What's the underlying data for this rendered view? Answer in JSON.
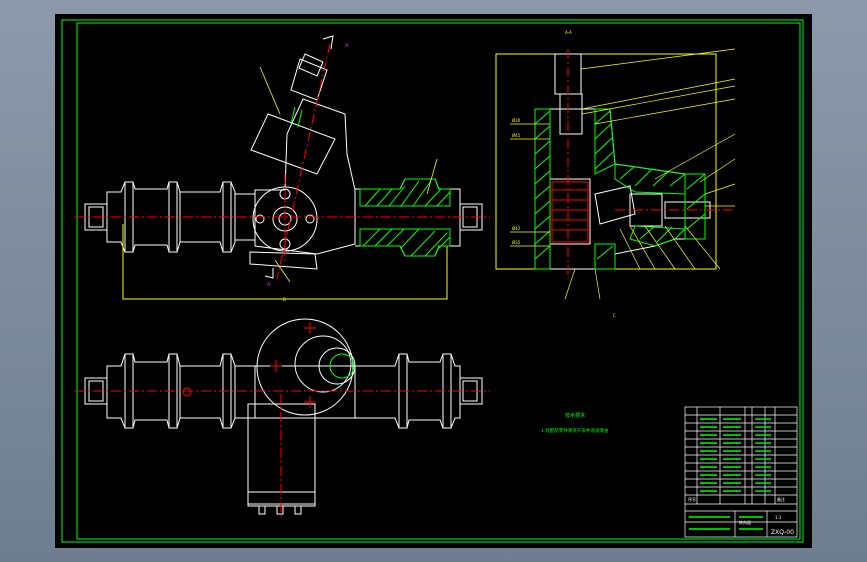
{
  "app": {
    "viewport_background": "#000000",
    "window_background": "#7d8a9c"
  },
  "colors": {
    "frame": "#00ff00",
    "outline": "#ffffff",
    "centerline": "#ff0000",
    "hatch": "#00ff00",
    "dimension": "#ffff00",
    "leader": "#ffff00",
    "magenta": "#ff00ff",
    "cyan": "#00ffff"
  },
  "drawing": {
    "section_label_top": "A-A",
    "section_marker_a": "A",
    "view_label_1": "B",
    "view_label_2": "C",
    "dim_labels": [
      "Ø30",
      "Ø45",
      "Ø42",
      "Ø35"
    ],
    "notes": {
      "heading": "技术要求",
      "line1": "1.装配前零件清洗干净并涂润滑油"
    },
    "title_block": {
      "header_left": "序号",
      "header_right": "备注",
      "name_left": "转向器",
      "drawing_no": "ZXQ-00",
      "scale": "1:1"
    }
  }
}
